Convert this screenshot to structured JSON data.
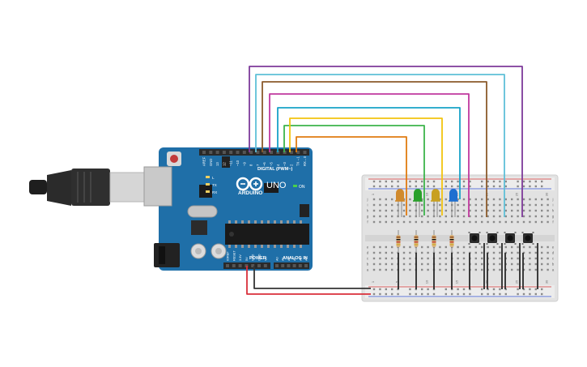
{
  "board": {
    "logo_text": "ARDUINO",
    "model": "UNO",
    "digital_header": "DIGITAL (PWM~)",
    "power_header": "POWER",
    "analog_header": "ANALOG IN",
    "on_label": "ON",
    "tx_label": "TX",
    "rx_label": "RX",
    "l_label": "L",
    "digital_pins": [
      "AREF",
      "GND",
      "13",
      "12",
      "~11",
      "~10",
      "~9",
      "8",
      "7",
      "~6",
      "~5",
      "4",
      "~3",
      "2",
      "TX→1",
      "RX←0"
    ],
    "power_pins": [
      "IOREF",
      "RESET",
      "3.3V",
      "5V",
      "GND",
      "GND",
      "Vin"
    ],
    "analog_pins": [
      "A0",
      "A1",
      "A2",
      "A3",
      "A4",
      "A5"
    ]
  },
  "breadboard": {
    "row_letters_top": [
      "j",
      "i",
      "h",
      "g",
      "f"
    ],
    "row_letters_bottom": [
      "e",
      "d",
      "c",
      "b",
      "a"
    ],
    "column_numbers": [
      "1",
      "5",
      "10",
      "15",
      "20",
      "25",
      "30"
    ]
  },
  "components": {
    "leds": [
      {
        "color": "#d08a2c",
        "name": "orange"
      },
      {
        "color": "#2aa02a",
        "name": "green"
      },
      {
        "color": "#c8a020",
        "name": "yellow"
      },
      {
        "color": "#1e6fd0",
        "name": "blue"
      }
    ],
    "button_count": 4,
    "resistor_count": 4
  },
  "wires": [
    {
      "color": "#e07b10",
      "name": "orange"
    },
    {
      "color": "#3cb44b",
      "name": "green"
    },
    {
      "color": "#f2c40f",
      "name": "yellow"
    },
    {
      "color": "#17a2c8",
      "name": "teal"
    },
    {
      "color": "#c0399e",
      "name": "magenta"
    },
    {
      "color": "#8b5a2b",
      "name": "brown"
    },
    {
      "color": "#5fc0d8",
      "name": "light-blue"
    },
    {
      "color": "#7e3a9a",
      "name": "purple"
    },
    {
      "color": "#d92f3a",
      "name": "red"
    },
    {
      "color": "#333333",
      "name": "black"
    }
  ]
}
